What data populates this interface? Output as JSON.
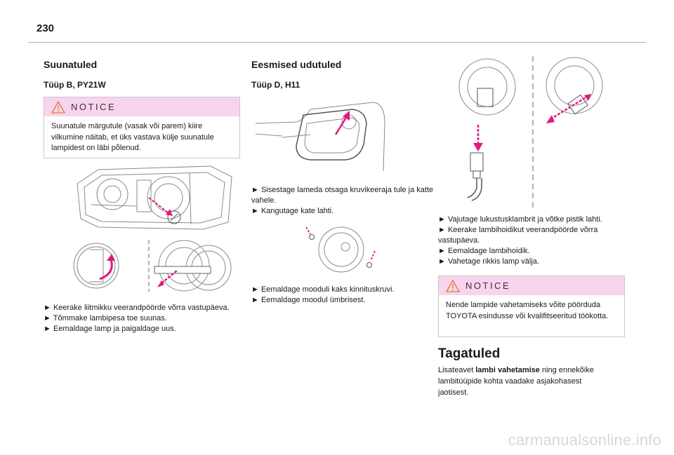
{
  "page_number": "230",
  "col1": {
    "heading": "Suunatuled",
    "subheading": "Tüüp B, PY21W",
    "notice": {
      "title": "NOTICE",
      "text": "Suunatule märgutule (vasak või parem) kiire vilkumine näitab, et üks vastava külje suunatule lampidest on läbi põlenud."
    },
    "steps": [
      "►  Keerake liitmikku veerandpöörde võrra vastupäeva.",
      "► Tõmmake lambipesa toe suunas.",
      "► Eemaldage lamp ja paigaldage uus."
    ]
  },
  "col2": {
    "heading": "Eesmised udutuled",
    "subheading": "Tüüp D, H11",
    "steps_a": [
      "► Sisestage lameda otsaga kruvikeeraja tule ja katte vahele.",
      "► Kangutage kate lahti."
    ],
    "steps_b": [
      "► Eemaldage mooduli kaks kinnituskruvi.",
      "► Eemaldage moodul ümbrisest."
    ]
  },
  "col3": {
    "steps": [
      "► Vajutage lukustusklambrit ja võtke pistik lahti.",
      "► Keerake lambihoidikut veerandpöörde võrra vastupäeva.",
      "► Eemaldage lambihoidik.",
      "► Vahetage rikkis lamp välja."
    ],
    "notice": {
      "title": "NOTICE",
      "text": "Nende lampide vahetamiseks võite pöörduda TOYOTA esindusse või kvalifitseeritud töökotta."
    },
    "heading": "Tagatuled",
    "para_pre": "Lisateavet ",
    "para_bold": "lambi vahetamise",
    "para_post": " ning ennekõike lambitüüpide kohta vaadake asjakohasest jaotisest."
  },
  "watermark": "carmanualsonline.info",
  "colors": {
    "accent": "#e0197d",
    "notice_bg": "#f9d4ee",
    "line": "#9a9a9a"
  }
}
